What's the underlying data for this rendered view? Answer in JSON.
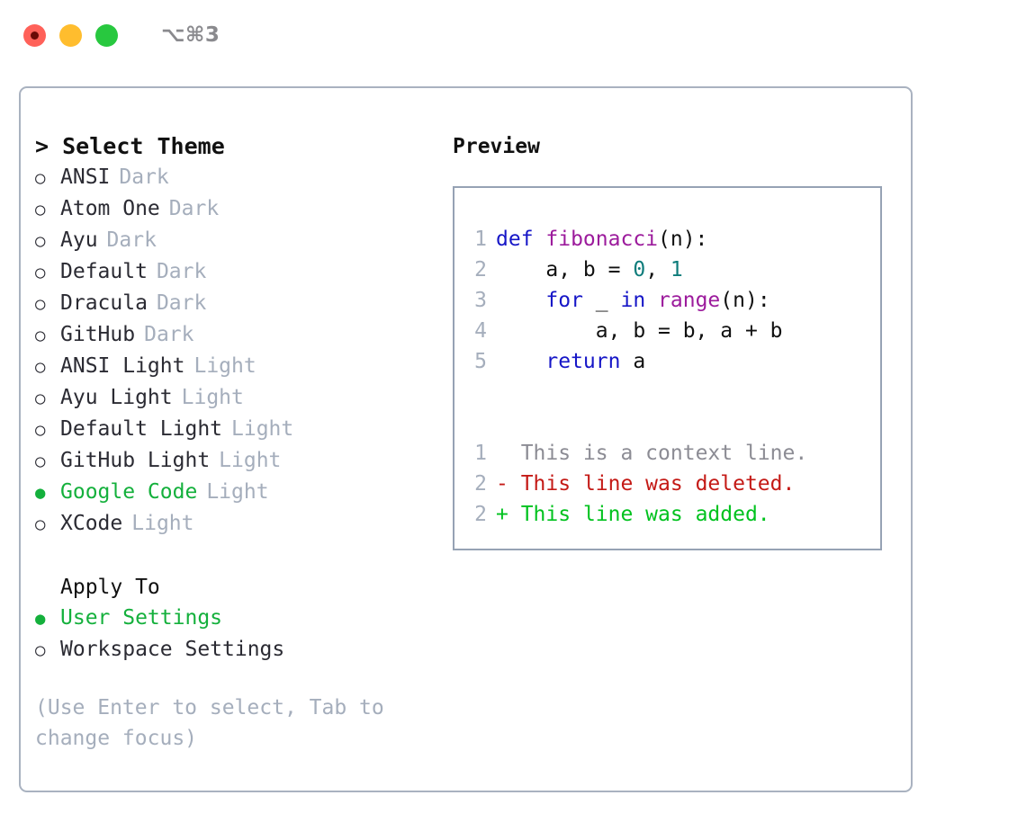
{
  "titlebar": {
    "shortcut": "⌥⌘3",
    "buttons": [
      "close",
      "minimize",
      "maximize"
    ]
  },
  "theme_panel": {
    "heading_caret": ">",
    "heading": "Select Theme",
    "options": [
      {
        "bullet": "○",
        "label": "ANSI",
        "suffix": "Dark",
        "selected": false
      },
      {
        "bullet": "○",
        "label": "Atom One",
        "suffix": "Dark",
        "selected": false
      },
      {
        "bullet": "○",
        "label": "Ayu",
        "suffix": "Dark",
        "selected": false
      },
      {
        "bullet": "○",
        "label": "Default",
        "suffix": "Dark",
        "selected": false
      },
      {
        "bullet": "○",
        "label": "Dracula",
        "suffix": "Dark",
        "selected": false
      },
      {
        "bullet": "○",
        "label": "GitHub",
        "suffix": "Dark",
        "selected": false
      },
      {
        "bullet": "○",
        "label": "ANSI Light",
        "suffix": "Light",
        "selected": false
      },
      {
        "bullet": "○",
        "label": "Ayu Light",
        "suffix": "Light",
        "selected": false
      },
      {
        "bullet": "○",
        "label": "Default Light",
        "suffix": "Light",
        "selected": false
      },
      {
        "bullet": "○",
        "label": "GitHub Light",
        "suffix": "Light",
        "selected": false
      },
      {
        "bullet": "●",
        "label": "Google Code",
        "suffix": "Light",
        "selected": true
      },
      {
        "bullet": "○",
        "label": "XCode",
        "suffix": "Light",
        "selected": false
      }
    ]
  },
  "apply_to": {
    "heading": "Apply To",
    "options": [
      {
        "bullet": "●",
        "label": "User Settings",
        "selected": true
      },
      {
        "bullet": "○",
        "label": "Workspace Settings",
        "selected": false
      }
    ]
  },
  "hint": "(Use Enter to select, Tab to change focus)",
  "preview": {
    "heading": "Preview",
    "code_lines": [
      {
        "no": "1",
        "segments": [
          {
            "t": "def ",
            "c": "tok-kw"
          },
          {
            "t": "fibonacci",
            "c": "tok-fn"
          },
          {
            "t": "(n):",
            "c": "tok-pl"
          }
        ]
      },
      {
        "no": "2",
        "segments": [
          {
            "t": "    a, b = ",
            "c": "tok-pl"
          },
          {
            "t": "0",
            "c": "tok-num"
          },
          {
            "t": ", ",
            "c": "tok-pl"
          },
          {
            "t": "1",
            "c": "tok-num"
          }
        ]
      },
      {
        "no": "3",
        "segments": [
          {
            "t": "    ",
            "c": "tok-pl"
          },
          {
            "t": "for",
            "c": "tok-kw"
          },
          {
            "t": " _ ",
            "c": "tok-pl"
          },
          {
            "t": "in",
            "c": "tok-kw"
          },
          {
            "t": " ",
            "c": "tok-pl"
          },
          {
            "t": "range",
            "c": "tok-fn"
          },
          {
            "t": "(n):",
            "c": "tok-pl"
          }
        ]
      },
      {
        "no": "4",
        "segments": [
          {
            "t": "        a, b = b, a + b",
            "c": "tok-pl"
          }
        ]
      },
      {
        "no": "5",
        "segments": [
          {
            "t": "    ",
            "c": "tok-pl"
          },
          {
            "t": "return",
            "c": "tok-kw"
          },
          {
            "t": " a",
            "c": "tok-pl"
          }
        ]
      }
    ],
    "diff_lines": [
      {
        "no": "1",
        "marker": " ",
        "text": " This is a context line.",
        "c": "tok-ctx"
      },
      {
        "no": "2",
        "marker": "-",
        "text": " This line was deleted.",
        "c": "tok-del"
      },
      {
        "no": "2",
        "marker": "+",
        "text": " This line was added.",
        "c": "tok-add"
      }
    ]
  },
  "colors": {
    "accent_green": "#14B03C",
    "muted": "#A5AEBC",
    "border": "#96A2B4",
    "keyword": "#1616C7",
    "function": "#9C1B9C",
    "number": "#0E7C7B",
    "diff_deleted": "#C41A16",
    "diff_added": "#00C21E",
    "titlebar_red": "#FF6159",
    "titlebar_yellow": "#FFBD2E",
    "titlebar_green": "#28C83F"
  }
}
